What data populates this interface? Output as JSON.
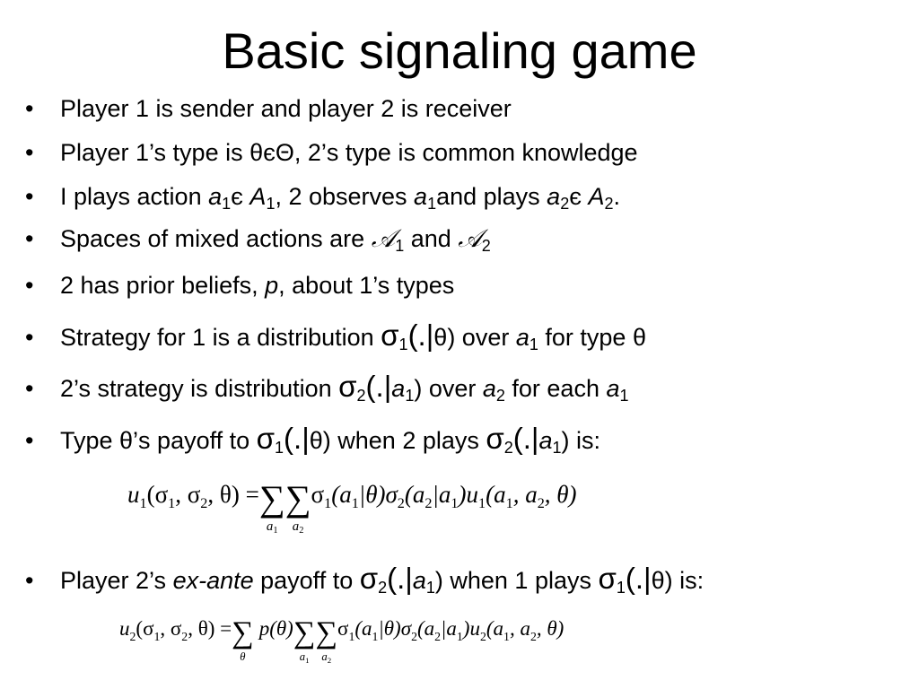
{
  "slide": {
    "title": "Basic signaling game",
    "bullet_char": "•",
    "b1": "Player 1 is sender and player 2 is receiver",
    "b2": "Player 1’s type is θєΘ, 2’s type is common knowledge",
    "b3": {
      "t1": "I plays action ",
      "a": "a",
      "s1": "1",
      "t2": "є ",
      "A": "A",
      "s2": "1",
      "t3": ", 2 observes ",
      "a2": "a",
      "s3": "1",
      "t4": "and plays ",
      "a3": "a",
      "s4": "2",
      "t5": "є ",
      "A2": "A",
      "s5": "2",
      "t6": "."
    },
    "b4": {
      "t1": "Spaces of mixed actions are ",
      "sA": "𝒜",
      "s1": "1",
      "t2": " and ",
      "sA2": "𝒜",
      "s2": "2"
    },
    "b5": {
      "t1": "2 has prior beliefs, ",
      "p": "p",
      "t2": ", about 1’s types"
    },
    "b6": {
      "t1": "Strategy for 1 is a distribution ",
      "sig": "σ",
      "s1": "1",
      "t2": "(.|",
      "t3": "θ) over ",
      "a": "a",
      "s2": "1",
      "t4": " for type θ"
    },
    "b7": {
      "t1": "2’s strategy is distribution ",
      "sig": "σ",
      "s1": "2",
      "t2": "(.|",
      "a": "a",
      "s2": "1",
      "t3": ") over ",
      "a2": "a",
      "s3": "2",
      "t4": " for each ",
      "a3": "a",
      "s4": "1"
    },
    "b8": {
      "t1": "Type θ’s payoff to ",
      "sig": "σ",
      "s1": "1",
      "t2": "(.|",
      "t3": "θ) when 2 plays ",
      "sig2": "σ",
      "s2": "2",
      "t4": "(.|",
      "a": "a",
      "s3": "1",
      "t5": ") is:"
    },
    "b9": {
      "t1": "Player 2’s ",
      "ea": "ex-ante",
      "t2": " payoff to ",
      "sig": "σ",
      "s1": "2",
      "t3": "(.|",
      "a": "a",
      "s2": "1",
      "t4": ") when 1 plays ",
      "sig2": "σ",
      "s3": "1",
      "t5": "(.|",
      "t6": "θ) is:"
    },
    "eq1": {
      "lhs": "u",
      "lhs_sub": "1",
      "lhs_args": "(σ",
      "a1": "1",
      "c1": ", σ",
      "a2": "2",
      "c2": ", θ) = ",
      "sum1": "∑",
      "lim1": "a",
      "lim1s": "1",
      "sum2": "∑",
      "lim2": "a",
      "lim2s": "2",
      "term": "σ",
      "ts1": "1",
      "tx1": "(a",
      "tx1s": "1",
      "tx2": "|θ)σ",
      "ts2": "2",
      "tx3": "(a",
      "tx3s": "2",
      "tx4": "|a",
      "tx4s": "1",
      "tx5": ")u",
      "tx5s": "1",
      "tx6": "(a",
      "tx6s": "1",
      "tx7": ", a",
      "tx7s": "2",
      "tx8": ", θ)"
    },
    "eq2": {
      "lhs": "u",
      "lhs_sub": "2",
      "lhs_args": "(σ",
      "a1": "1",
      "c1": ", σ",
      "a2": "2",
      "c2": ", θ) = ",
      "sum0": "∑",
      "lim0": "θ",
      "pterm": "p(θ)",
      "sum1": "∑",
      "lim1": "a",
      "lim1s": "1",
      "sum2": "∑",
      "lim2": "a",
      "lim2s": "2",
      "term": "σ",
      "ts1": "1",
      "tx1": "(a",
      "tx1s": "1",
      "tx2": "|θ)σ",
      "ts2": "2",
      "tx3": "(a",
      "tx3s": "2",
      "tx4": "|a",
      "tx4s": "1",
      "tx5": ")u",
      "tx5s": "2",
      "tx6": "(a",
      "tx6s": "1",
      "tx7": ", a",
      "tx7s": "2",
      "tx8": ", θ)"
    }
  }
}
